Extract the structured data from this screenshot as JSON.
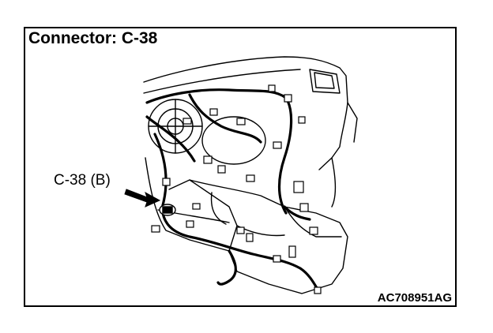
{
  "title": "Connector: C-38",
  "callout_label": "C-38 (B)",
  "figure_code": "AC708951AG"
}
